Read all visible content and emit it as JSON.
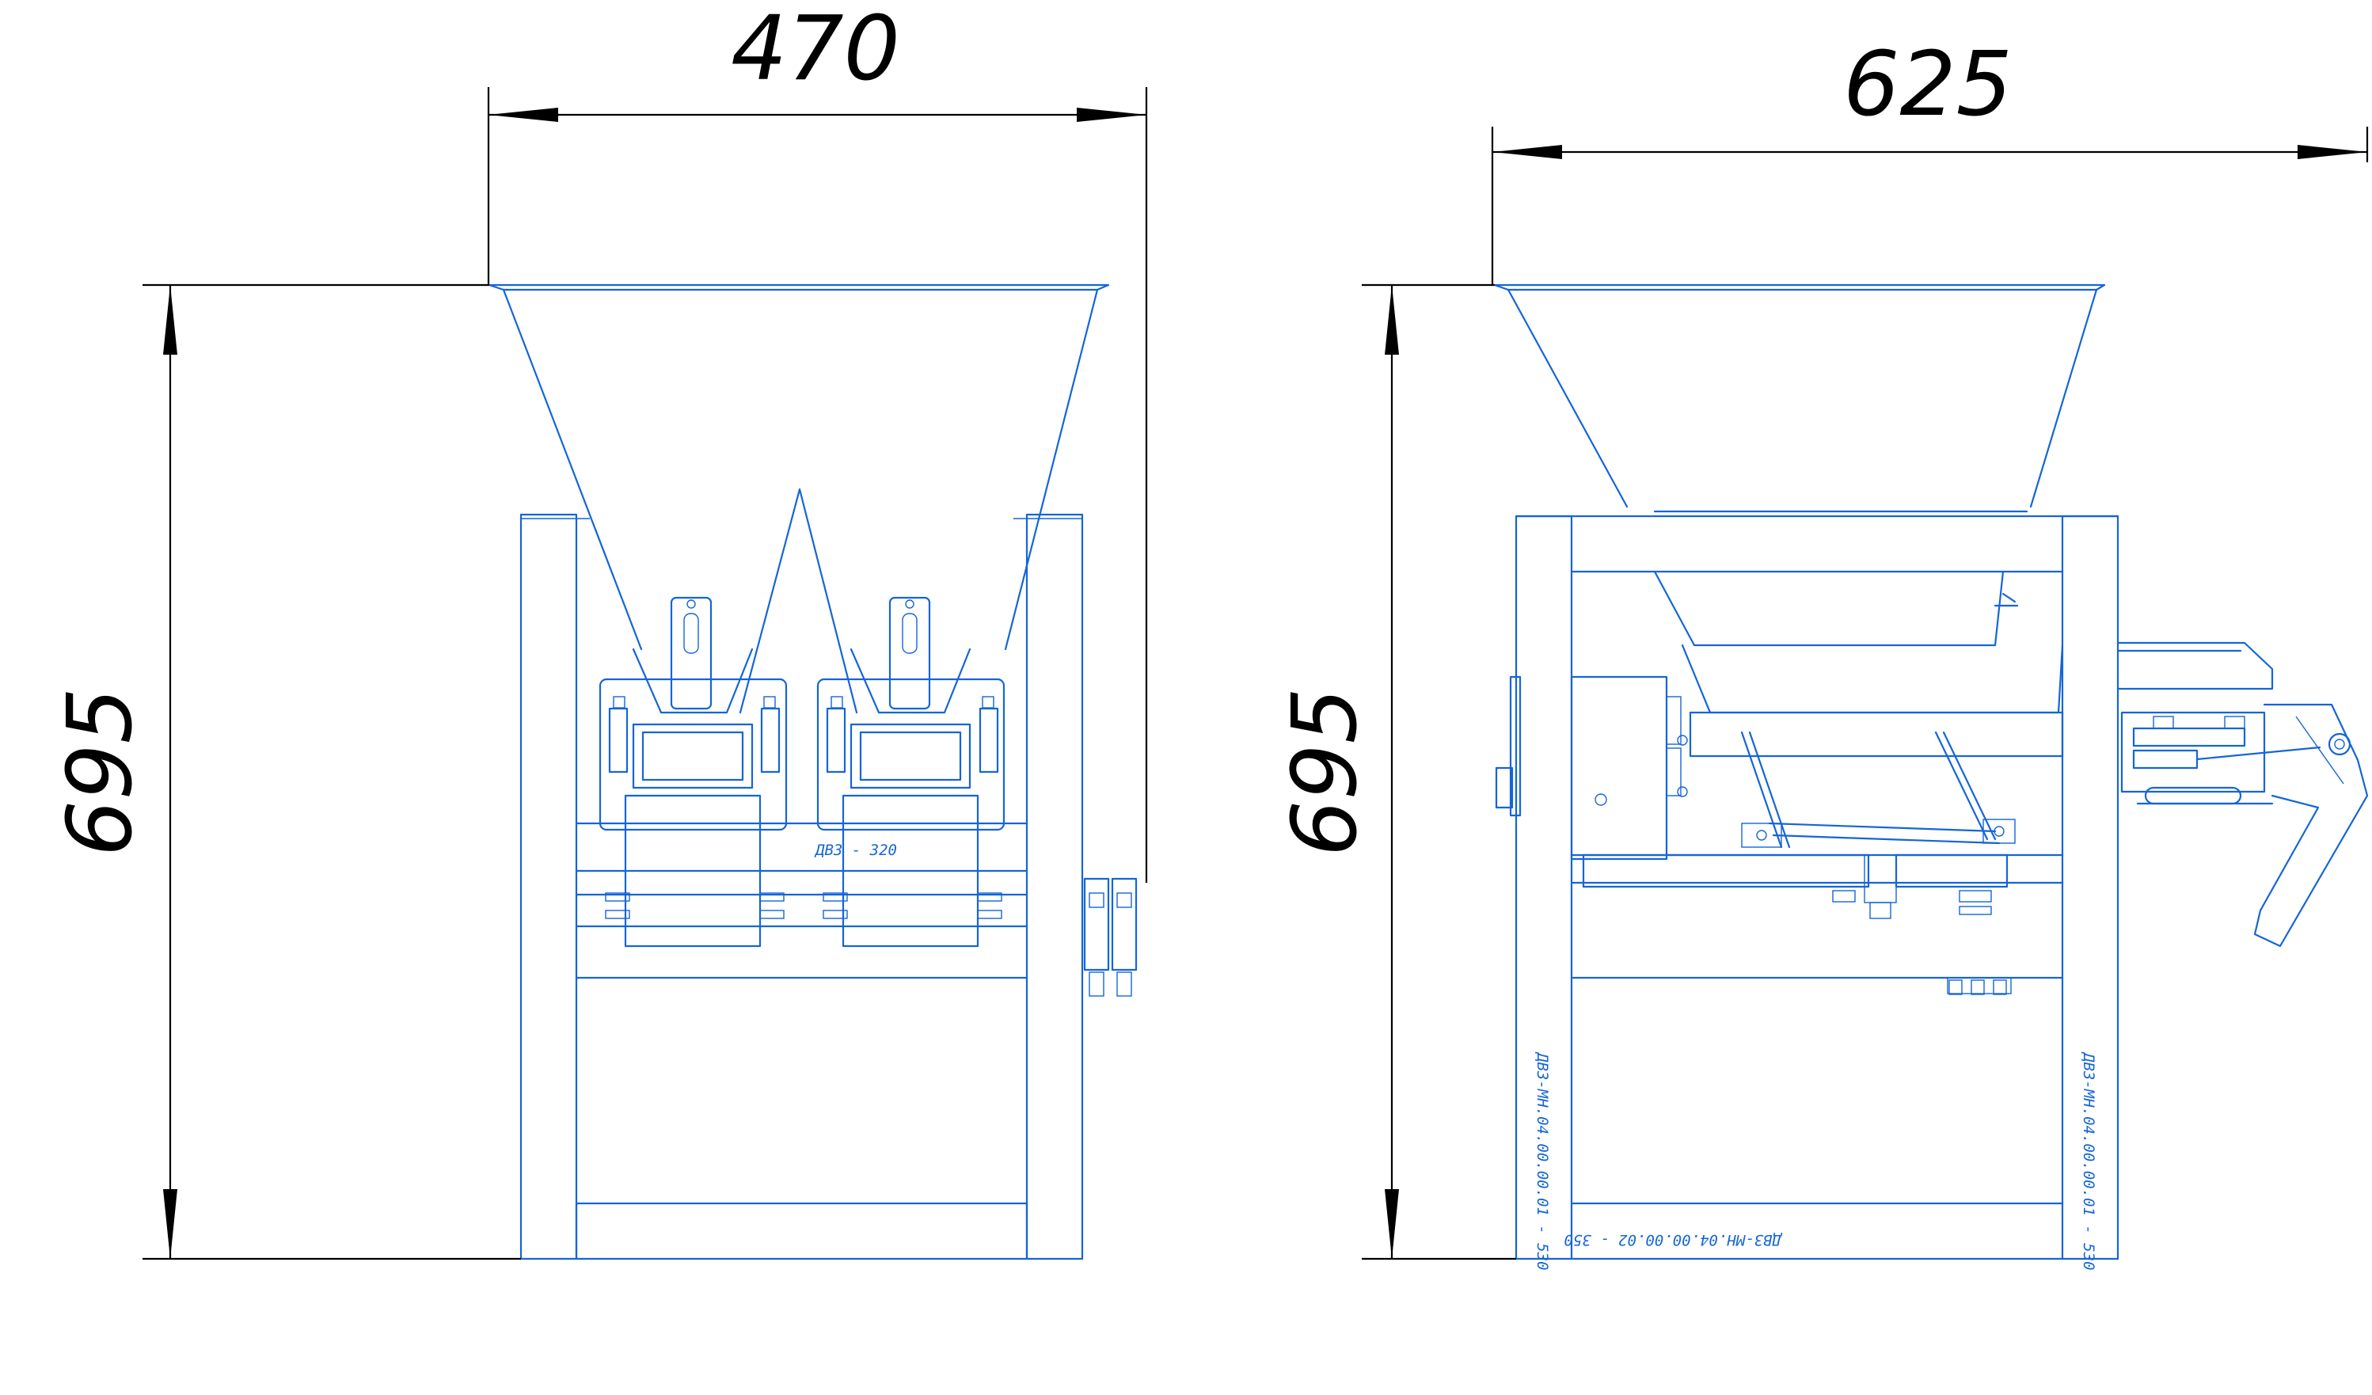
{
  "dimensions": {
    "front_width": "470",
    "front_height": "695",
    "side_width": "625",
    "side_height": "695"
  },
  "part_labels": {
    "front_plate": "ДВЗ - 320",
    "side_leg_left": "ДВЗ-МН.04.00.00.01 - 530",
    "side_leg_right": "ДВЗ-МН.04.00.00.01 - 530",
    "side_bottom_bar": "ДВЗ-МН.04.00.00.02 - 350"
  },
  "colors": {
    "drawing_lines": "#1565d8",
    "dimension_lines": "#000000"
  }
}
